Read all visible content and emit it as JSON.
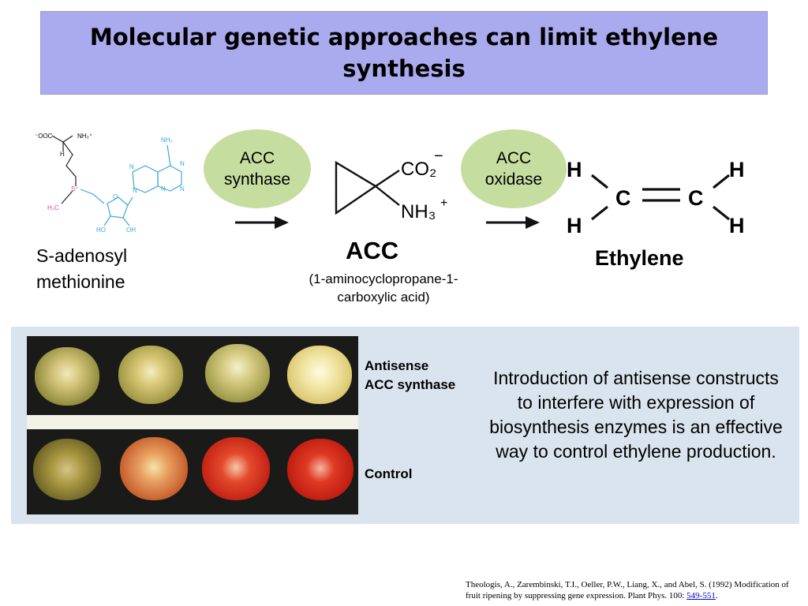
{
  "title": "Molecular genetic approaches can limit ethylene synthesis",
  "sam": {
    "label_line1": "S-adenosyl",
    "label_line2": "methionine",
    "structure": {
      "carboxylate": "⁻OOC",
      "amine": "NH₃⁺",
      "alpha_h": "H",
      "sulfonium": "S⁺",
      "methyl": "H₃C",
      "amino": "NH₂",
      "ring_n1": "N",
      "ring_n2": "N",
      "ring_n3": "N",
      "ring_n4": "N",
      "ring_n5": "N",
      "ring_o": "O",
      "hydroxyl_1": "HO",
      "hydroxyl_2": "OH"
    }
  },
  "enzymes": {
    "acc_synthase_line1": "ACC",
    "acc_synthase_line2": "synthase",
    "acc_oxidase_line1": "ACC",
    "acc_oxidase_line2": "oxidase"
  },
  "acc": {
    "label": "ACC",
    "fullname_line1": "(1-aminocyclopropane-1-",
    "fullname_line2": "carboxylic acid)",
    "carboxylate": "CO₂",
    "carboxylate_charge": "−",
    "ammonium": "NH₃",
    "ammonium_charge": "+"
  },
  "ethylene": {
    "label": "Ethylene",
    "carbon": "C",
    "hydrogen": "H"
  },
  "photo_labels": {
    "antisense_line1": "Antisense",
    "antisense_line2": "ACC synthase",
    "control": "Control"
  },
  "description": "Introduction of antisense constructs to interfere with expression of biosynthesis enzymes is an effective way to control ethylene production.",
  "citation": {
    "text": "Theologis, A., Zarembinski, T.I., Oeller, P.W., Liang, X., and Abel, S. (1992) Modification of fruit ripening by suppressing gene expression. Plant Phys. 100: ",
    "pages_link": "549-551",
    "end": "."
  },
  "colors": {
    "title_bg": "#aaaaee",
    "enzyme_bg": "#c5dd9f",
    "panel_bg": "#dae4ee",
    "sam_adenosine": "#3aa6dd",
    "sam_methyl": "#e0409a"
  }
}
